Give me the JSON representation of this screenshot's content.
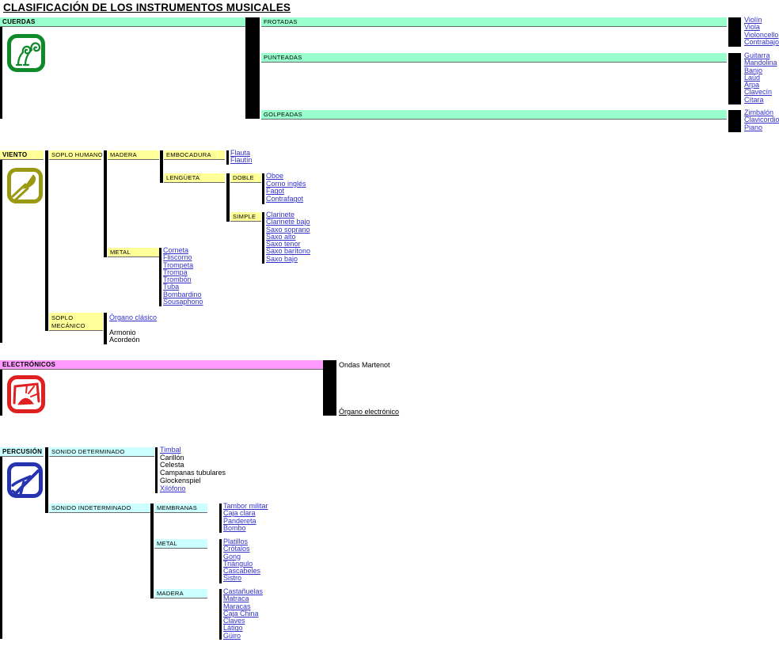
{
  "title": "CLASIFICACIÓN DE LOS INSTRUMENTOS MUSICALES",
  "colors": {
    "cuerdas_bar": "#99FFCC",
    "viento_bar": "#FFFF99",
    "electronicos_bar": "#FF99FF",
    "percusion_bar": "#CCFFFF",
    "link": "#3333CC",
    "connector": "#000000",
    "strings_icon": "#0E8A28",
    "wind_icon": "#9A9911",
    "electronic_icon": "#E02020",
    "percussion_icon": "#2634B0"
  },
  "cuerdas": {
    "label": "CUERDAS",
    "frotadas": {
      "label": "FROTADAS",
      "items": [
        "Violín",
        "Viola",
        "Violoncello",
        "Contrabajo"
      ]
    },
    "punteadas": {
      "label": "PUNTEADAS",
      "items": [
        "Guitarra",
        "Mandolina",
        "Banjo",
        "Laúd",
        "Arpa",
        "Clavecín",
        "Cítara"
      ]
    },
    "golpeadas": {
      "label": "GOLPEADAS",
      "items": [
        "Zimbalón",
        "Clavicordio",
        "Piano"
      ]
    }
  },
  "viento": {
    "label": "VIENTO",
    "soplo_humano": {
      "label": "SOPLO HUMANO"
    },
    "madera": {
      "label": "MADERA"
    },
    "embocadura": {
      "label": "EMBOCADURA",
      "items": [
        "Flauta",
        "Flautín"
      ]
    },
    "lengueta": {
      "label": "LENGÜETA"
    },
    "doble": {
      "label": "DOBLE",
      "items": [
        "Oboe",
        "Corno inglés",
        "Fagot",
        "Contrafagot"
      ]
    },
    "simple": {
      "label": "SIMPLE",
      "items": [
        "Clarinete",
        "Clarinete bajo",
        "Saxo soprano",
        "Saxo alto",
        "Saxo tenor",
        "Saxo barítono",
        "Saxo bajo"
      ]
    },
    "metal": {
      "label": "METAL",
      "items": [
        "Corneta",
        "Fliscorno",
        "Trompeta",
        "Trompa",
        "Trombón",
        "Tuba",
        "Bombardino",
        "Sousaphono"
      ]
    },
    "soplo_mecanico": {
      "label": "SOPLO MECÁNICO",
      "link": "Órgano clásico",
      "others": [
        "Armonio",
        "Acordeón"
      ]
    }
  },
  "electronicos": {
    "label": "ELECTRÓNICOS",
    "top_item": "Ondas Martenot",
    "bottom_item": "Órgano electrónico"
  },
  "percusion": {
    "label": "PERCUSIÓN",
    "determinado": {
      "label": "SONIDO DETERMINADO",
      "items": [
        "Timbal",
        "Carillón",
        "Celesta",
        "Campanas tubulares",
        "Glockenspiel",
        "Xilófono"
      ]
    },
    "indeterminado": {
      "label": "SONIDO INDETERMINADO"
    },
    "membranas": {
      "label": "MEMBRANAS",
      "items": [
        "Tambor militar",
        "Caja clara",
        "Pandereta",
        "Bombo"
      ]
    },
    "metal": {
      "label": "METAL",
      "items": [
        "Platillos",
        "Crótalos",
        "Gong",
        "Triángulo",
        "Cascabeles",
        "Sistro"
      ]
    },
    "madera": {
      "label": "MADERA",
      "items": [
        "Castañuelas",
        "Matraca",
        "Maracas",
        "Caja China",
        "Claves",
        "Látigo",
        "Güiro"
      ]
    }
  }
}
